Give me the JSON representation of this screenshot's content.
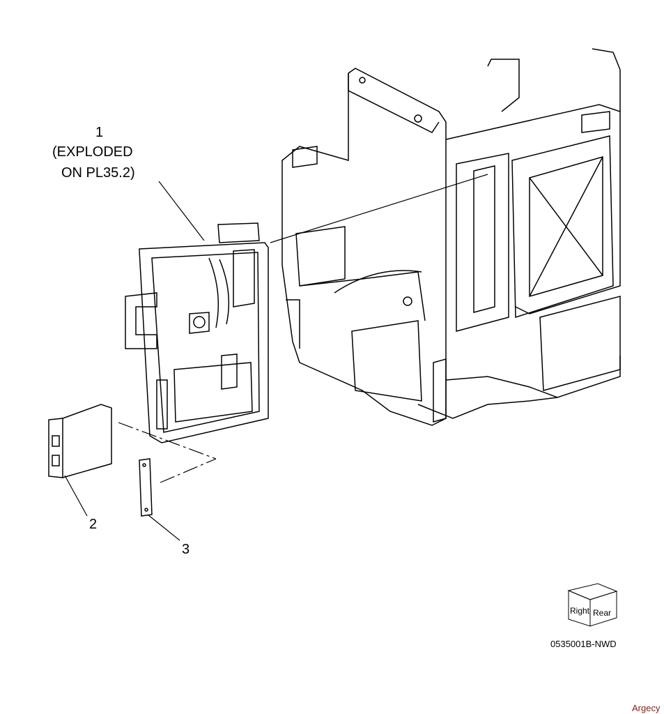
{
  "callouts": {
    "item1": {
      "number": "1",
      "line2": "(EXPLODED",
      "line3": "ON PL35.2)"
    },
    "item2": {
      "number": "2"
    },
    "item3": {
      "number": "3"
    }
  },
  "orientation_cube": {
    "left_face": "Right",
    "right_face": "Rear"
  },
  "figure_id": "0535001B-NWD",
  "watermark": "Argecy"
}
